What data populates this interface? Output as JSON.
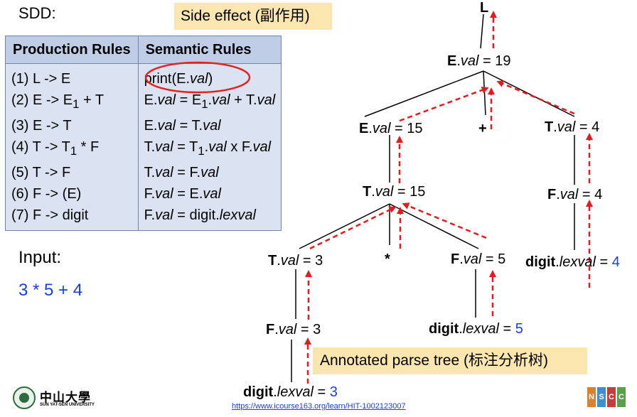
{
  "sdd_label": "SDD:",
  "side_effect_label": "Side effect (副作用)",
  "table": {
    "headers": [
      "Production Rules",
      "Semantic Rules"
    ]
  },
  "input": {
    "label": "Input:",
    "value": "3 * 5 + 4"
  },
  "annotation_label": "Annotated parse tree (标注分析树)",
  "url": "https://www.icourse163.org/learn/HIT-1002123007",
  "logo": {
    "name_cn": "中山大學",
    "name_en": "SUN YAT-SEN UNIVERSITY"
  },
  "nscc_badge": "NSCC",
  "tree": {
    "root": "L",
    "e19": {
      "sym": "E",
      "attr": "val",
      "val": "19"
    },
    "e15": {
      "sym": "E",
      "attr": "val",
      "val": "15"
    },
    "plus": "+",
    "t4": {
      "sym": "T",
      "attr": "val",
      "val": "4"
    },
    "t15": {
      "sym": "T",
      "attr": "val",
      "val": "15"
    },
    "f4": {
      "sym": "F",
      "attr": "val",
      "val": "4"
    },
    "t3": {
      "sym": "T",
      "attr": "val",
      "val": "3"
    },
    "star": "*",
    "f5": {
      "sym": "F",
      "attr": "val",
      "val": "5"
    },
    "d4": {
      "sym": "digit",
      "attr": "lexval",
      "val": "4"
    },
    "f3": {
      "sym": "F",
      "attr": "val",
      "val": "3"
    },
    "d5": {
      "sym": "digit",
      "attr": "lexval",
      "val": "5"
    },
    "d3": {
      "sym": "digit",
      "attr": "lexval",
      "val": "3"
    }
  },
  "colors": {
    "arrow": "#e8191c",
    "lexval_value": "#1a3de8",
    "highlight_box": "#fbe6b0",
    "table_header": "#bfcde6",
    "table_body": "#dbe3f2"
  }
}
